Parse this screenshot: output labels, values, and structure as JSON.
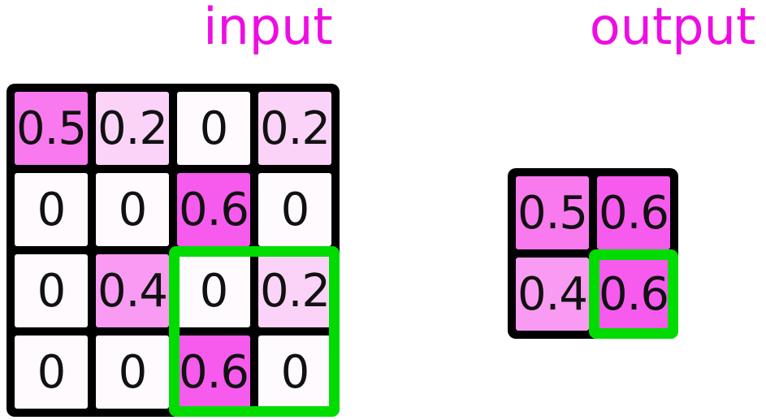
{
  "input_grid": {
    "title": "input",
    "rows": [
      [
        "0.5",
        "0.2",
        "0",
        "0.2"
      ],
      [
        "0",
        "0",
        "0.6",
        "0"
      ],
      [
        "0",
        "0.4",
        "0",
        "0.2"
      ],
      [
        "0",
        "0",
        "0.6",
        "0"
      ]
    ],
    "highlight": {
      "row_start": 2,
      "row_end": 3,
      "col_start": 2,
      "col_end": 3
    }
  },
  "output_grid": {
    "title": "output",
    "rows": [
      [
        "0.5",
        "0.6"
      ],
      [
        "0.4",
        "0.6"
      ]
    ],
    "highlight": {
      "row_start": 1,
      "row_end": 1,
      "col_start": 1,
      "col_end": 1
    }
  },
  "colors": {
    "title_text": "#EE0DE3",
    "number_text": "#111111",
    "grid_line": "#000000",
    "highlight_green": "#00DC00",
    "value_fill": {
      "0": "#FEFAFE",
      "0.2": "#FBD3F8",
      "0.4": "#F99BF2",
      "0.5": "#F87AEE",
      "0.6": "#F65BEE"
    }
  }
}
